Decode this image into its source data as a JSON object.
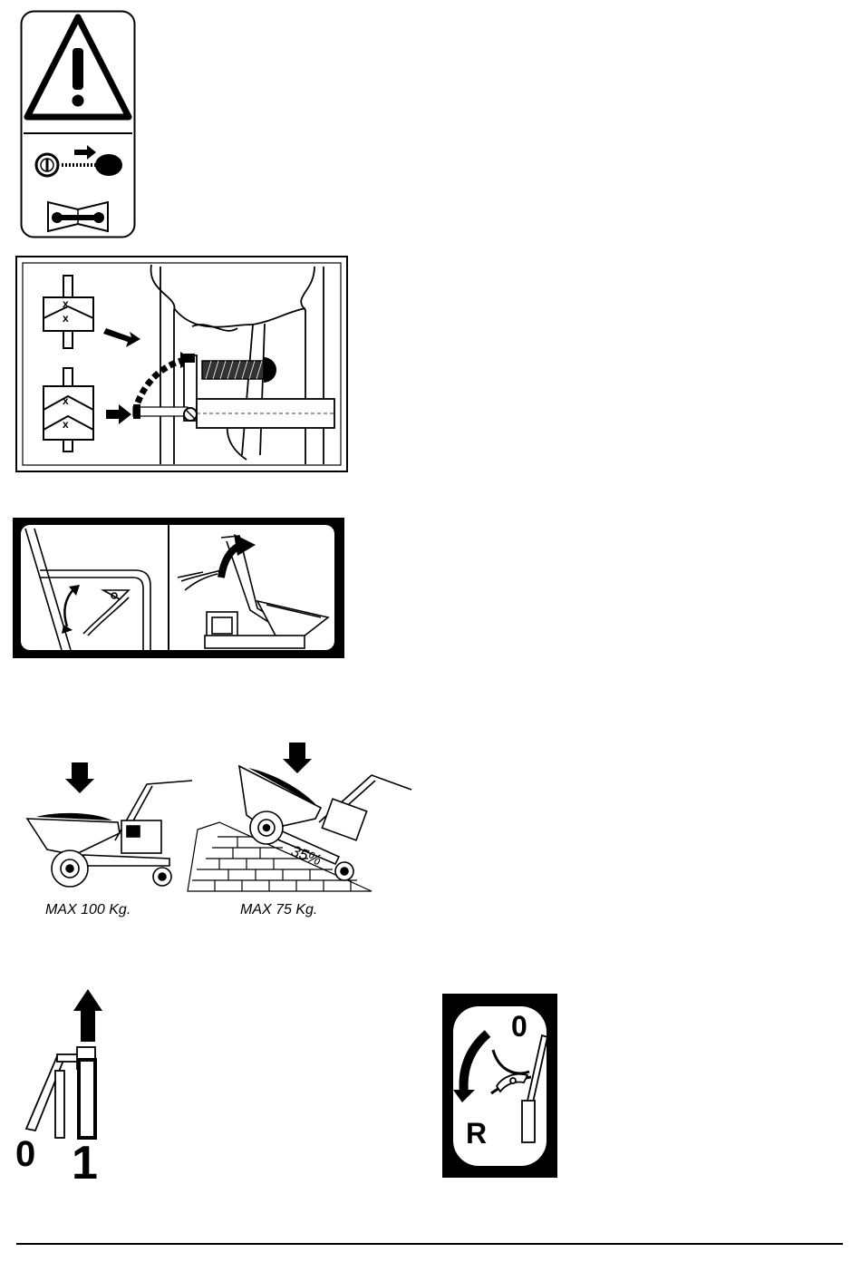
{
  "figures": {
    "load_limits": {
      "flat_label": "MAX 100 Kg.",
      "slope_label": "MAX 75 Kg.",
      "slope_percent": "35%"
    },
    "throttle_switch": {
      "off_label": "0",
      "on_label": "1"
    },
    "reverse_lever": {
      "neutral_label": "0",
      "reverse_label": "R"
    }
  }
}
